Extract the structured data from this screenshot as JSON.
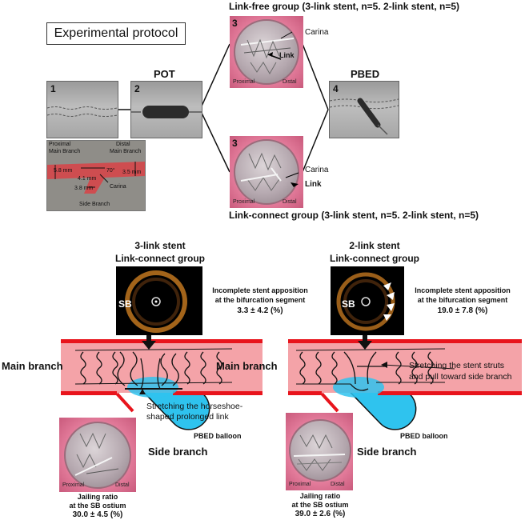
{
  "top": {
    "protocol_box": "Experimental protocol",
    "link_free_title": "Link-free group (3-link stent, n=5. 2-link stent, n=5)",
    "link_connect_title": "Link-connect group (3-link stent, n=5. 2-link stent, n=5)",
    "pot_label": "POT",
    "pbed_label": "PBED",
    "step_1": "1",
    "step_2": "2",
    "step_3a": "3",
    "step_3b": "3",
    "step_4": "4",
    "carina_a": "Carina",
    "link_a": "Link",
    "carina_b": "Carina",
    "link_b": "Link",
    "proximal_a": "Proximal",
    "distal_a": "Distal",
    "proximal_b": "Proximal",
    "distal_b": "Distal",
    "model": {
      "proximal": "Proximal",
      "distal": "Distal",
      "main_branch_left": "Main Branch",
      "main_branch_right": "Main Branch",
      "d1": "5.8 mm",
      "d2": "4.1 mm",
      "d3": "3.5 mm",
      "d4": "3.8 mm",
      "angle": "70°",
      "carina": "Carina",
      "side_branch": "Side Branch"
    }
  },
  "left_panel": {
    "title1": "3-link stent",
    "title2": "Link-connect group",
    "isa1": "Incomplete stent apposition",
    "isa2": "at the bifurcation segment",
    "isa_value": "3.3 ± 4.2 (%)",
    "sb": "SB",
    "main_branch": "Main branch",
    "side_branch": "Side branch",
    "stretch1": "Stretching the horseshoe-",
    "stretch2": "shaped prolonged link",
    "balloon": "PBED balloon",
    "proximal": "Proximal",
    "distal": "Distal",
    "jail1": "Jailing ratio",
    "jail2": "at the SB ostium",
    "jail_value": "30.0 ± 4.5 (%)"
  },
  "right_panel": {
    "title1": "2-link stent",
    "title2": "Link-connect group",
    "isa1": "Incomplete stent apposition",
    "isa2": "at the bifurcation segment",
    "isa_value": "19.0 ± 7.8 (%)",
    "sb": "SB",
    "main_branch": "Main branch",
    "side_branch": "Side branch",
    "stretch1": "Stretching the stent struts",
    "stretch2": "and pull toward side branch",
    "balloon": "PBED balloon",
    "proximal": "Proximal",
    "distal": "Distal",
    "jail1": "Jailing ratio",
    "jail2": "at the SB ostium",
    "jail_value": "39.0 ± 2.6 (%)"
  },
  "colors": {
    "vessel_fill": "#f4a3a8",
    "vessel_wall": "#e8141c",
    "balloon": "#2fc3ee",
    "endoscope_pink": "#e47d9c"
  }
}
